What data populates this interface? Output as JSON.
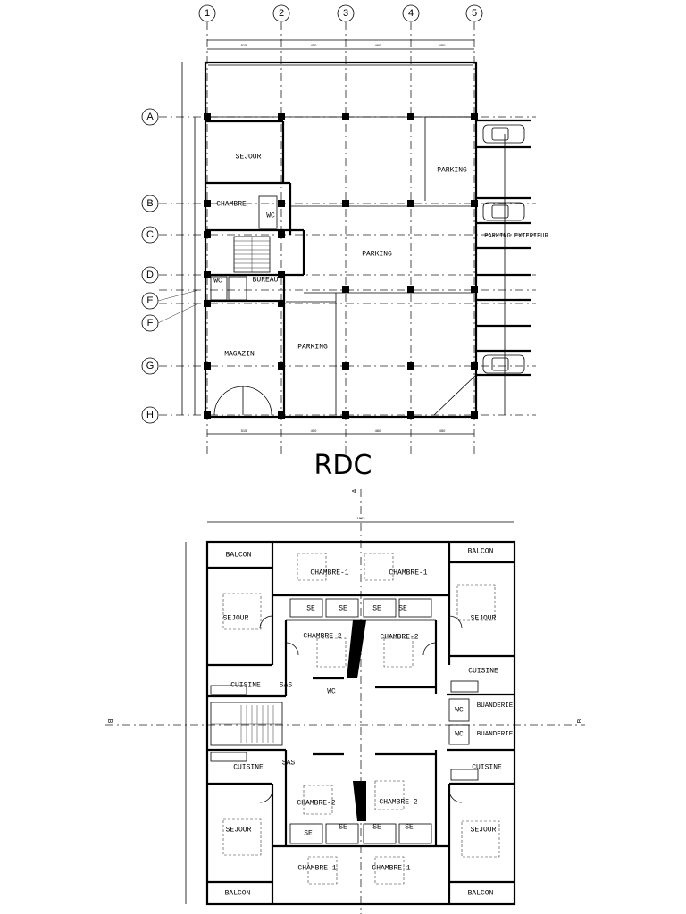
{
  "ground_floor": {
    "title": "RDC",
    "column_grid": [
      "1",
      "2",
      "3",
      "4",
      "5"
    ],
    "row_grid": [
      "A",
      "B",
      "C",
      "D",
      "E",
      "F",
      "G",
      "H"
    ],
    "rooms": {
      "sejour": "SEJOUR",
      "chambre": "CHAMBRE",
      "wc": "WC",
      "wc2": "WC",
      "bureau": "BUREAU",
      "magazin": "MAGAZIN",
      "parking1": "PARKING",
      "parking2": "PARKING",
      "parking3": "PARKING",
      "parking_ext": "PARKING EXTERIEUR"
    }
  },
  "upper_floor": {
    "section_marks": [
      "A",
      "B",
      "B"
    ],
    "rooms": {
      "balcon_tl": "BALCON",
      "balcon_tr": "BALCON",
      "balcon_bl": "BALCON",
      "balcon_br": "BALCON",
      "chambre1_tl": "CHAMBRE-1",
      "chambre1_tr": "CHAMBRE-1",
      "chambre1_bl": "CHAMBRE-1",
      "chambre1_br": "CHAMBRE-1",
      "chambre2_tl": "CHAMBRE-2",
      "chambre2_tr": "CHAMBRE-2",
      "chambre2_bl": "CHAMBRE-2",
      "chambre2_br": "CHAMBRE-2",
      "sejour_tl": "SEJOUR",
      "sejour_tr": "SEJOUR",
      "sejour_bl": "SEJOUR",
      "sejour_br": "SEJOUR",
      "cuisine_tl": "CUISINE",
      "cuisine_tr": "CUISINE",
      "cuisine_bl": "CUISINE",
      "cuisine_br": "CUISINE",
      "sas_t": "SAS",
      "sas_b": "SAS",
      "se1": "SE",
      "se2": "SE",
      "se3": "SE",
      "se4": "SE",
      "se5": "SE",
      "se6": "SE",
      "se7": "SE",
      "se8": "SE",
      "wc_c": "WC",
      "wc_r1": "WC",
      "wc_r2": "WC",
      "buanderie_1": "BUANDERIE",
      "buanderie_2": "BUANDERIE"
    }
  }
}
